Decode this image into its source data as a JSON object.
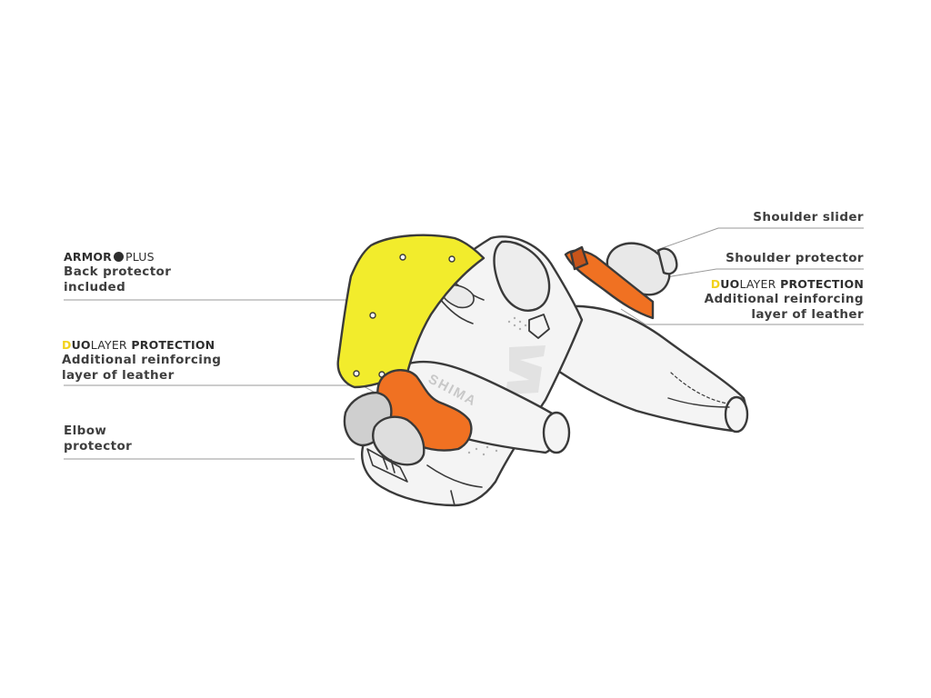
{
  "labels": {
    "armor_brand": {
      "part1": "ARMOR",
      "part2": "PLUS"
    },
    "back_protector": {
      "line1": "Back protector",
      "line2": "included"
    },
    "duolayer_left": {
      "brand_mark": "D",
      "brand_part1": "UO",
      "brand_part2": "LAYER",
      "brand_part3": "PROTECTION",
      "line1": "Additional reinforcing",
      "line2": "layer of leather"
    },
    "elbow": {
      "line1": "Elbow",
      "line2": "protector"
    },
    "shoulder_slider": "Shoulder slider",
    "shoulder_protector": "Shoulder protector",
    "duolayer_right": {
      "brand_mark": "D",
      "brand_part1": "UO",
      "brand_part2": "LAYER",
      "brand_part3": "PROTECTION",
      "line1": "Additional reinforcing",
      "line2": "layer of leather"
    }
  },
  "garment_lettering": "SHIMA",
  "colors": {
    "back_protector": "#f2ec2c",
    "duolayer_panels": "#f07122",
    "duolayer_dark": "#c8541a",
    "elbow_protector": "#cfcfcf",
    "outline": "#3a3a3a",
    "leader_lines": "#9a9a9a",
    "suit_fill": "#f4f4f4"
  }
}
